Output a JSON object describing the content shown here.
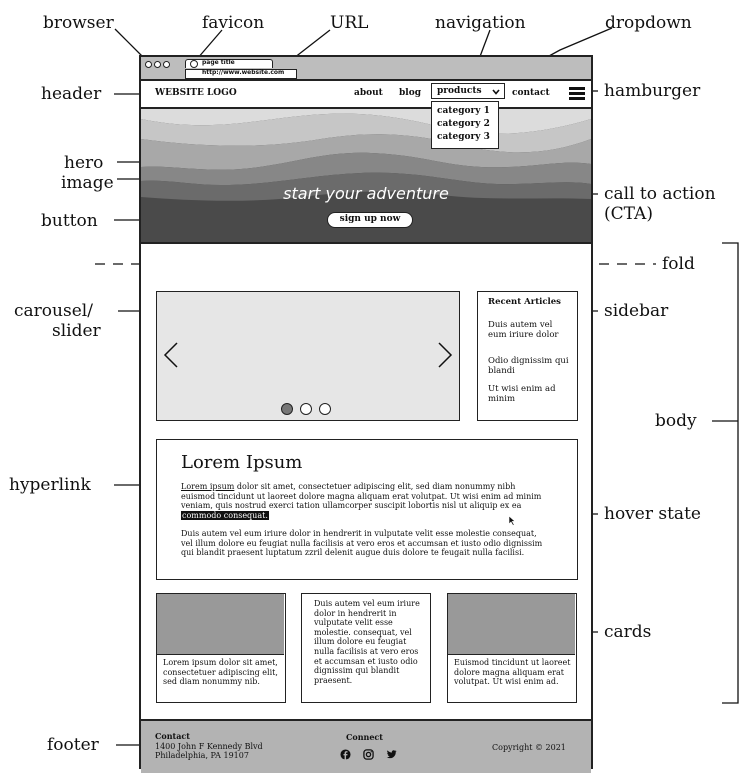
{
  "callouts": {
    "browser": "browser",
    "favicon": "favicon",
    "url": "URL",
    "navigation": "navigation",
    "dropdown": "dropdown",
    "header": "header",
    "hamburger": "hamburger",
    "hero_image_1": "hero",
    "hero_image_2": "image",
    "call_to_action_1": "call to action",
    "call_to_action_2": "(CTA)",
    "button": "button",
    "fold": "fold",
    "carousel_1": "carousel/",
    "carousel_2": "slider",
    "sidebar": "sidebar",
    "body": "body",
    "hyperlink": "hyperlink",
    "hover_state": "hover state",
    "cards": "cards",
    "footer": "footer"
  },
  "browser": {
    "tab_title": "page title",
    "url": "http://www.website.com"
  },
  "site": {
    "logo": "WEBSITE LOGO",
    "nav": [
      "about",
      "blog",
      "products",
      "contact"
    ],
    "dropdown_items": [
      "category 1",
      "category 2",
      "category 3"
    ],
    "hero_tagline": "start your adventure",
    "signup_button": "sign up now",
    "sidebar_heading": "Recent Articles",
    "sidebar_articles": [
      "Duis autem vel eum iriure dolor",
      "Odio dignissim qui blandi",
      "Ut wisi enim ad minim"
    ],
    "carousel_active_slide": 1,
    "carousel_slide_count": 3,
    "article_title": "Lorem Ipsum",
    "p1_link": "Lorem ipsum",
    "p1_text_a": " dolor sit amet, consectetuer adipiscing elit, sed diam nonummy nibh euismod tincidunt ut laoreet dolore magna aliquam erat volutpat. Ut wisi enim ad minim veniam, quis nostrud exerci tation ullamcorper suscipit lobortis nisl ut aliquip ex ea ",
    "p1_hover": "commodo consequat.",
    "p2": "Duis autem vel eum iriure dolor in hendrerit in vulputate velit esse molestie consequat, vel illum dolore eu feugiat nulla facilisis at vero eros et accumsan et iusto odio dignissim qui blandit praesent luptatum zzril delenit augue duis dolore te feugait nulla facilisi.",
    "card1": "Lorem ipsum dolor sit amet, consectetuer adipiscing elit, sed diam nonummy nib.",
    "card2": "Duis autem vel eum iriure dolor in hendrerit in vulputate velit esse molestie. consequat, vel illum dolore eu feugiat nulla facilisis at vero eros et accumsan et iusto odio dignissim qui blandit praesent.",
    "card3": "Euismod tincidunt ut laoreet dolore magna aliquam erat volutpat. Ut wisi enim ad.",
    "footer_contact_head": "Contact",
    "footer_address_1": "1400 John F Kennedy Blvd",
    "footer_address_2": "Philadelphia, PA 19107",
    "footer_connect_head": "Connect",
    "footer_social_icons": [
      "facebook-icon",
      "instagram-icon",
      "twitter-icon"
    ],
    "copyright": "Copyright © 2021"
  },
  "colors": {
    "hero_dark": "#4a4a4a",
    "footer": "#b3b3b3",
    "card_image": "#999999"
  }
}
